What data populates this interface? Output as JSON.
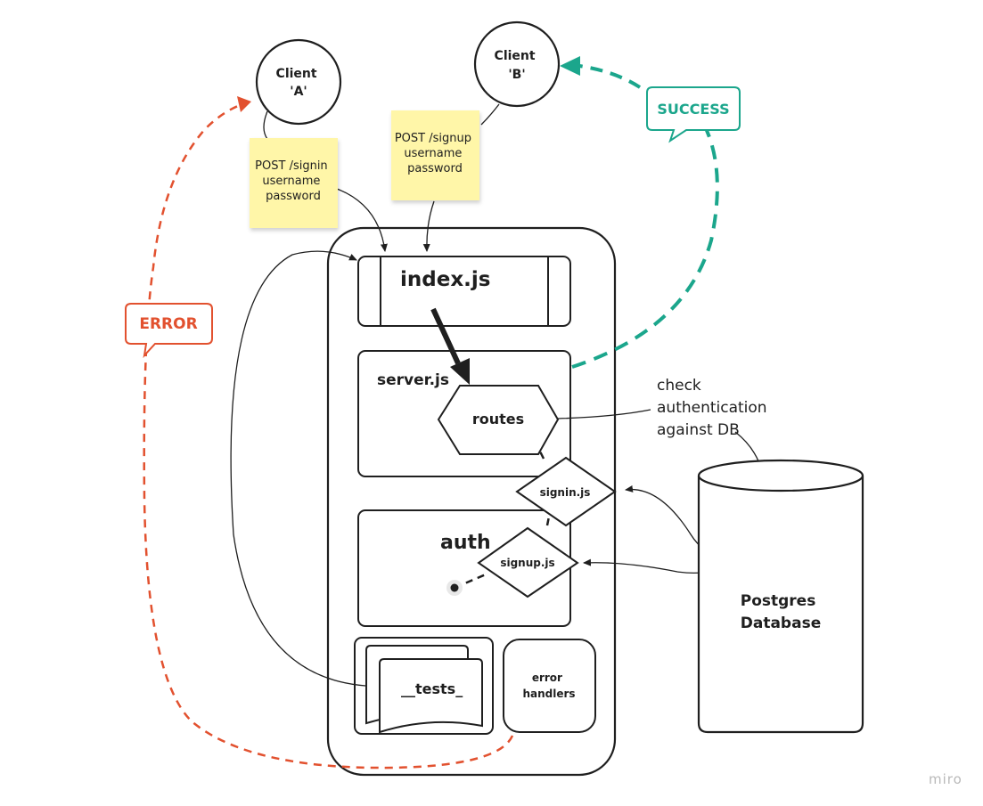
{
  "nodes": {
    "client_a": [
      "Client",
      "'A'"
    ],
    "client_b": [
      "Client",
      "'B'"
    ],
    "note_signin": [
      "POST /signin",
      "username",
      "password"
    ],
    "note_signup": [
      "POST /signup",
      "username",
      "password"
    ],
    "index": "index.js",
    "server": "server.js",
    "routes": "routes",
    "signin": "signin.js",
    "auth": "auth",
    "signup": "signup.js",
    "tests": "__tests_",
    "error_handlers": [
      "error",
      "handlers"
    ],
    "database": [
      "Postgres",
      "Database"
    ],
    "annotation": [
      "check",
      "authentication",
      "against DB"
    ]
  },
  "callouts": {
    "success": "SUCCESS",
    "error": "ERROR"
  },
  "colors": {
    "success": "#1ba68c",
    "error": "#e2512f",
    "sticky": "#fff6a8",
    "stroke": "#1f1f1f"
  },
  "watermark": "miro"
}
